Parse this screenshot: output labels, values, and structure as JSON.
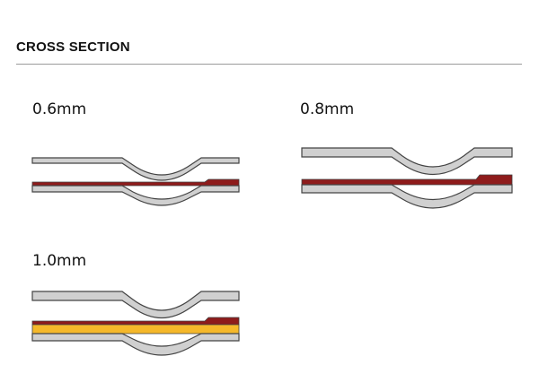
{
  "header": {
    "title": "CROSS SECTION"
  },
  "sections": [
    {
      "label": "0.6mm"
    },
    {
      "label": "0.8mm"
    },
    {
      "label": "1.0mm"
    }
  ],
  "colors": {
    "layer_fill": "#d0d0d0",
    "layer_stroke": "#444444",
    "red_layer": "#8e1b1b",
    "yellow_layer": "#f5b82a",
    "rule": "#9a9a9a"
  }
}
